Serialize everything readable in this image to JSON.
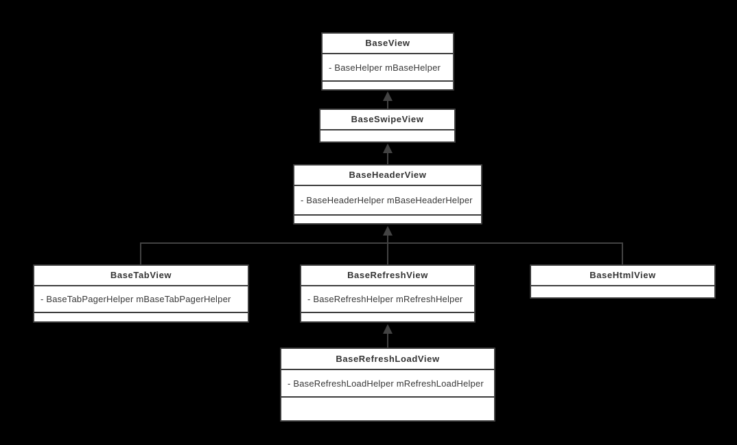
{
  "canvas": {
    "background_color": "#000000",
    "line_color": "#434343",
    "box_fill_color": "#ffffff",
    "box_border_color": "#3c3c3c",
    "text_color": "#333333"
  },
  "diagram": {
    "type": "uml-class-inheritance",
    "classes": [
      {
        "name": "BaseView",
        "attributes": [
          "- BaseHelper mBaseHelper"
        ]
      },
      {
        "name": "BaseSwipeView",
        "attributes": []
      },
      {
        "name": "BaseHeaderView",
        "attributes": [
          "- BaseHeaderHelper mBaseHeaderHelper"
        ]
      },
      {
        "name": "BaseTabView",
        "attributes": [
          "- BaseTabPagerHelper mBaseTabPagerHelper"
        ]
      },
      {
        "name": "BaseRefreshView",
        "attributes": [
          "- BaseRefreshHelper mRefreshHelper"
        ]
      },
      {
        "name": "BaseHtmlView",
        "attributes": []
      },
      {
        "name": "BaseRefreshLoadView",
        "attributes": [
          "- BaseRefreshLoadHelper mRefreshLoadHelper"
        ]
      }
    ],
    "relations": [
      {
        "from": "BaseSwipeView",
        "to": "BaseView",
        "type": "extends"
      },
      {
        "from": "BaseHeaderView",
        "to": "BaseSwipeView",
        "type": "extends"
      },
      {
        "from": "BaseTabView",
        "to": "BaseHeaderView",
        "type": "extends"
      },
      {
        "from": "BaseRefreshView",
        "to": "BaseHeaderView",
        "type": "extends"
      },
      {
        "from": "BaseHtmlView",
        "to": "BaseHeaderView",
        "type": "extends"
      },
      {
        "from": "BaseRefreshLoadView",
        "to": "BaseRefreshView",
        "type": "extends"
      }
    ]
  }
}
